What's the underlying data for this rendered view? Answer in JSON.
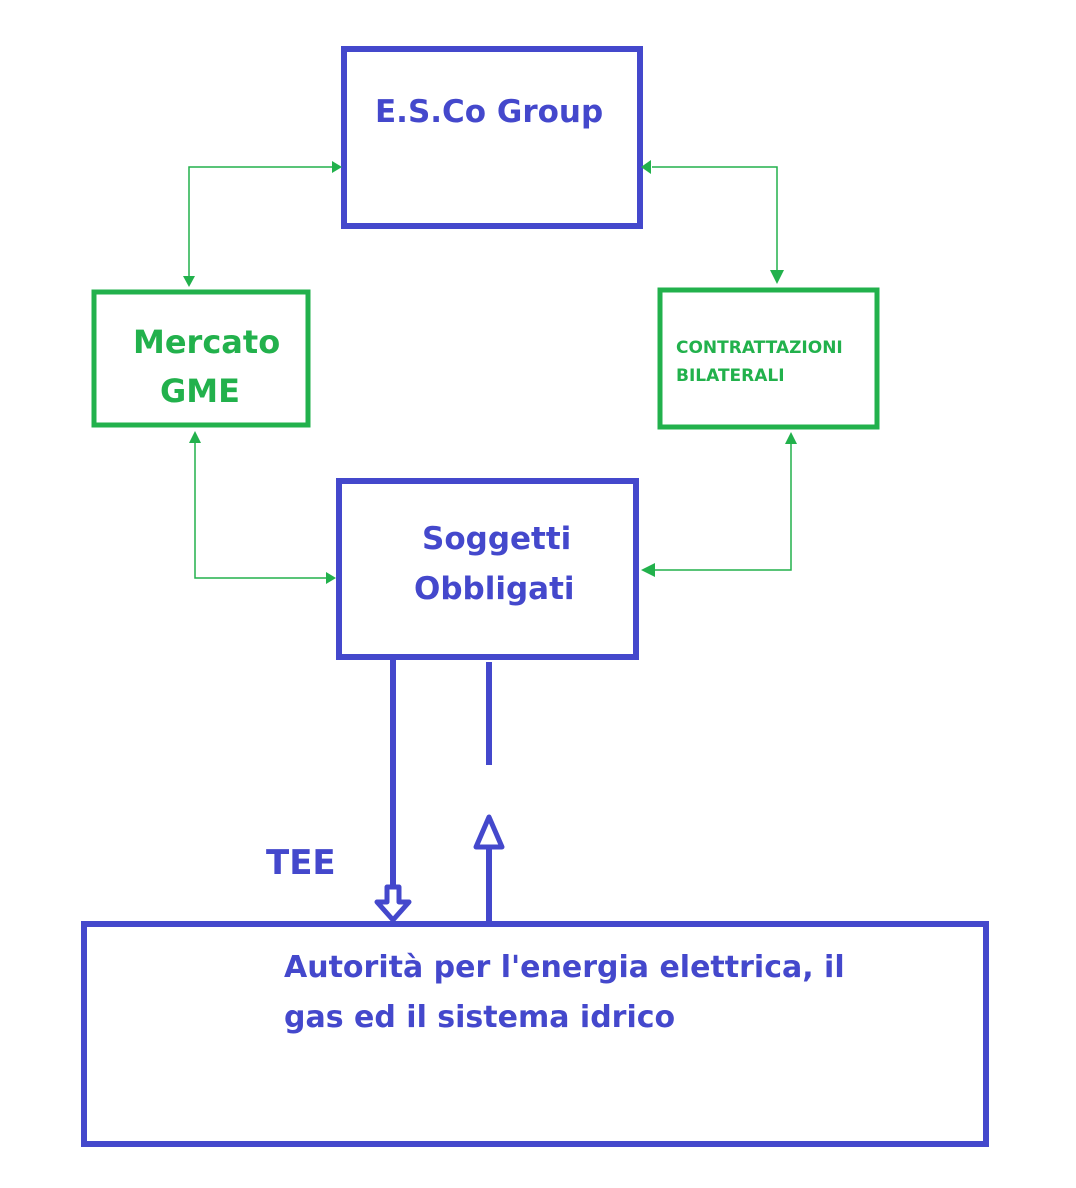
{
  "boxes": {
    "esco": {
      "label": "E.S.Co Group"
    },
    "gme": {
      "line1": "Mercato",
      "line2": "GME"
    },
    "bilateral": {
      "line1": "CONTRATTAZIONI",
      "line2": "BILATERALI"
    },
    "obligated": {
      "line1": "Soggetti",
      "line2": "Obbligati"
    },
    "authority": {
      "line1": "Autorità per l'energia elettrica, il",
      "line2": "gas ed il sistema idrico"
    }
  },
  "tee_label": "TEE",
  "colors": {
    "blue": "#4448cc",
    "green": "#22b14c"
  }
}
